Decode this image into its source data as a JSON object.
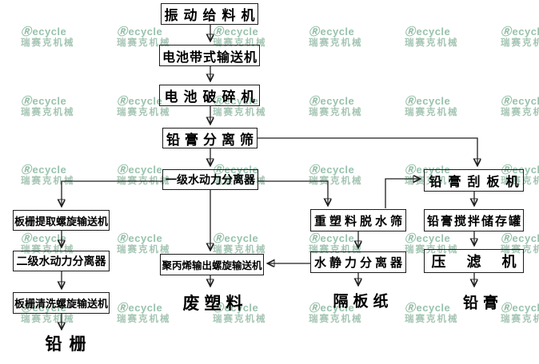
{
  "watermark": {
    "logo_symbol": "Ⓡ",
    "brand": "ecycle",
    "brand_cn": "瑞赛克机械",
    "color": "#9ac3ae",
    "grid": {
      "cols": [
        26,
        146,
        266,
        386,
        506,
        626
      ],
      "rows": [
        33,
        120,
        206,
        292,
        379
      ]
    }
  },
  "flowchart": {
    "nodes": {
      "vibrating_feeder": "振动给料机",
      "battery_belt_conveyor": "电池带式输送机",
      "battery_crusher": "电池破碎机",
      "lead_paste_separation_screen": "铅膏分离筛",
      "primary_hydrodynamic_separator": "一级水动力分离器",
      "grid_extraction_screw_conveyor": "板栅提取螺旋输送机",
      "secondary_hydrodynamic_separator": "二级水动力分离器",
      "grid_washing_screw_conveyor": "板栅清洗螺旋输送机",
      "polypropylene_output_screw_conveyor": "聚丙烯输出螺旋输送机",
      "heavy_plastic_dewatering_screen": "重塑料脱水筛",
      "hydrostatic_separator": "水静力分离器",
      "lead_paste_scraper": "铅膏刮板机",
      "lead_paste_stirring_storage_tank": "铅膏搅拌储存罐",
      "filter_press": "压滤机"
    },
    "outputs": {
      "lead_grid": "铅栅",
      "waste_plastic": "废塑料",
      "separator_paper": "隔板纸",
      "lead_paste": "铅膏"
    },
    "edges": [
      {
        "from": "振动给料机",
        "to": "电池带式输送机"
      },
      {
        "from": "电池带式输送机",
        "to": "电池破碎机"
      },
      {
        "from": "电池破碎机",
        "to": "铅膏分离筛"
      },
      {
        "from": "铅膏分离筛",
        "to": "一级水动力分离器"
      },
      {
        "from": "铅膏分离筛",
        "to": "铅膏刮板机"
      },
      {
        "from": "一级水动力分离器",
        "to": "板栅提取螺旋输送机"
      },
      {
        "from": "一级水动力分离器",
        "to": "聚丙烯输出螺旋输送机"
      },
      {
        "from": "一级水动力分离器",
        "to": "重塑料脱水筛"
      },
      {
        "from": "板栅提取螺旋输送机",
        "to": "二级水动力分离器"
      },
      {
        "from": "二级水动力分离器",
        "to": "板栅清洗螺旋输送机"
      },
      {
        "from": "板栅清洗螺旋输送机",
        "to": "铅栅"
      },
      {
        "from": "聚丙烯输出螺旋输送机",
        "to": "废塑料"
      },
      {
        "from": "重塑料脱水筛",
        "to": "水静力分离器"
      },
      {
        "from": "重塑料脱水筛",
        "to": "铅膏刮板机"
      },
      {
        "from": "水静力分离器",
        "to": "聚丙烯输出螺旋输送机"
      },
      {
        "from": "水静力分离器",
        "to": "隔板纸"
      },
      {
        "from": "铅膏刮板机",
        "to": "铅膏搅拌储存罐"
      },
      {
        "from": "铅膏搅拌储存罐",
        "to": "压滤机"
      },
      {
        "from": "压滤机",
        "to": "铅膏"
      }
    ]
  }
}
